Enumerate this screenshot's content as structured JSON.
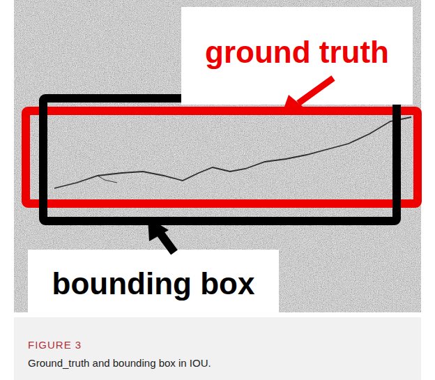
{
  "diagram": {
    "caption": "Ground_truth and bounding box in IOU.",
    "nodes": [
      {
        "text": [
          "ground truth"
        ]
      },
      {
        "text": [
          "bounding box"
        ]
      }
    ],
    "labels": [
      "FIGURE 3"
    ]
  }
}
